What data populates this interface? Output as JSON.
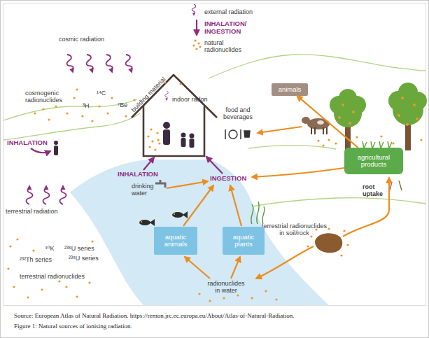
{
  "diagram": {
    "caption": "Figure 1: Natural sources of ionising radiation.",
    "nodes": [
      {
        "text": [
          "animals"
        ]
      },
      {
        "text": [
          "agricultural products"
        ]
      },
      {
        "text": [
          "aquatic animals"
        ]
      },
      {
        "text": [
          "aquatic plants"
        ]
      }
    ],
    "edges": [
      {
        "from": 1,
        "to": 0,
        "arrow": "to"
      }
    ],
    "labels": [
      "cosmic radiation",
      "cosmogenic radionuclides",
      "¹⁴C",
      "³H",
      "⁷Be",
      "INHALATION",
      "building material",
      "indoor radon",
      "food and beverages",
      "INHALATION",
      "INGESTION",
      "drinking water",
      "root uptake",
      "terrestrial radiation",
      "terrestrial radionuclides in soil/rock",
      "⁴⁰K",
      "²³⁵U series",
      "²³²Th series",
      "²³⁸U series",
      "terrestrial radionuclides",
      "radionuclides in water",
      "Source: European Atlas of Natural Radiation. https://remon.jrc.ec.europa.eu/About/Atlas-of-Natural-Radiation."
    ],
    "legend": [
      {
        "text": "external radiation"
      },
      {
        "text": "INHALATION/ INGESTION"
      },
      {
        "text": "natural radionuclides"
      }
    ]
  }
}
